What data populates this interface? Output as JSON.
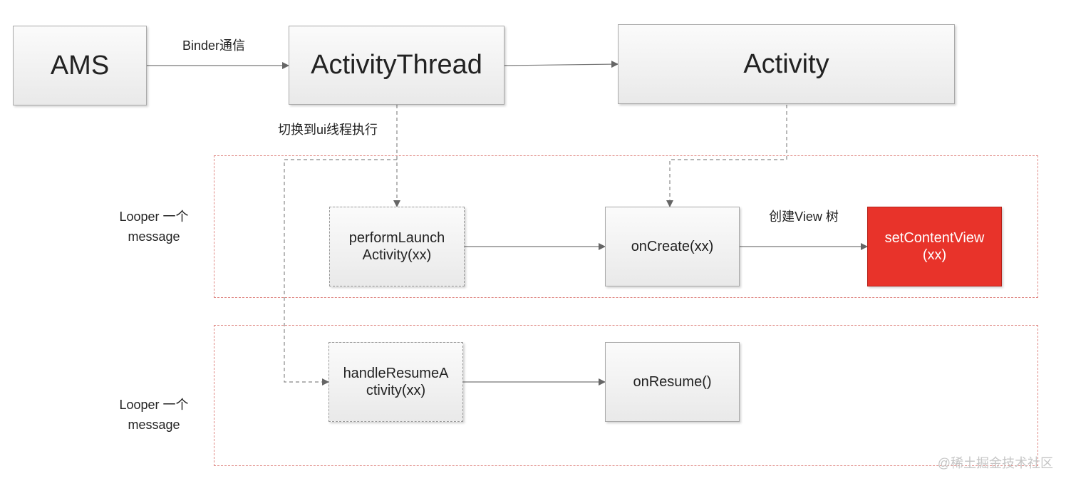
{
  "nodes": {
    "ams": "AMS",
    "activity_thread": "ActivityThread",
    "activity": "Activity",
    "perform_launch_activity": "performLaunch Activity(xx)",
    "on_create": "onCreate(xx)",
    "set_content_view": "setContentView (xx)",
    "handle_resume_activity": "handleResumeA ctivity(xx)",
    "on_resume": "onResume()"
  },
  "edge_labels": {
    "binder": "Binder通信",
    "switch_ui_thread": "切换到ui线程执行",
    "create_view_tree": "创建View 树"
  },
  "groups": {
    "looper_message_1": "Looper 一个 message",
    "looper_message_2": "Looper 一个 message"
  },
  "watermark": "@稀土掘金技术社区",
  "colors": {
    "highlight": "#e8332a",
    "group_border": "#e08a85",
    "arrow": "#666666"
  }
}
